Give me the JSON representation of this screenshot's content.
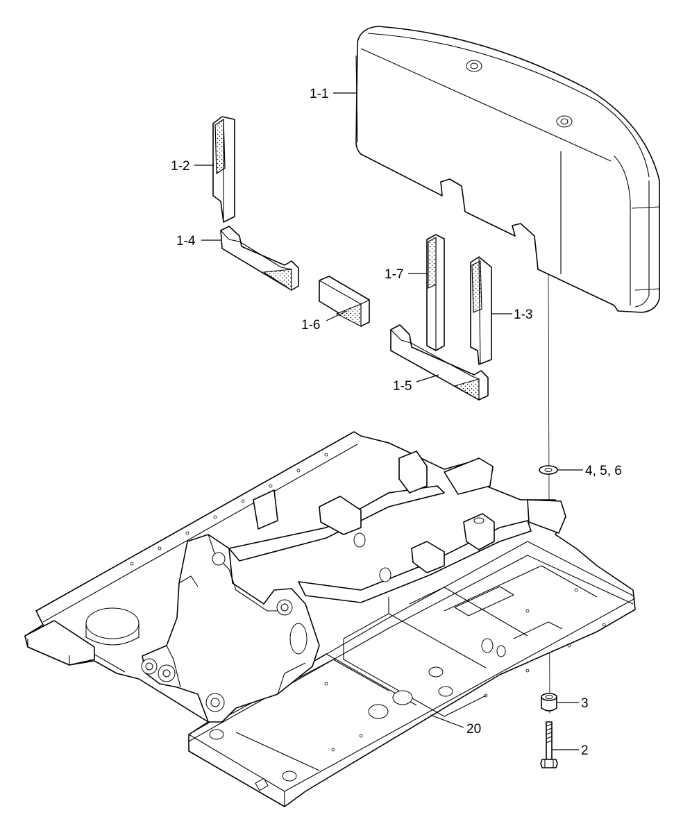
{
  "labels": {
    "p1_1": "1-1",
    "p1_2": "1-2",
    "p1_3": "1-3",
    "p1_4": "1-4",
    "p1_5": "1-5",
    "p1_6": "1-6",
    "p1_7": "1-7",
    "p2": "2",
    "p3": "3",
    "p456": "4, 5, 6",
    "p20": "20"
  }
}
